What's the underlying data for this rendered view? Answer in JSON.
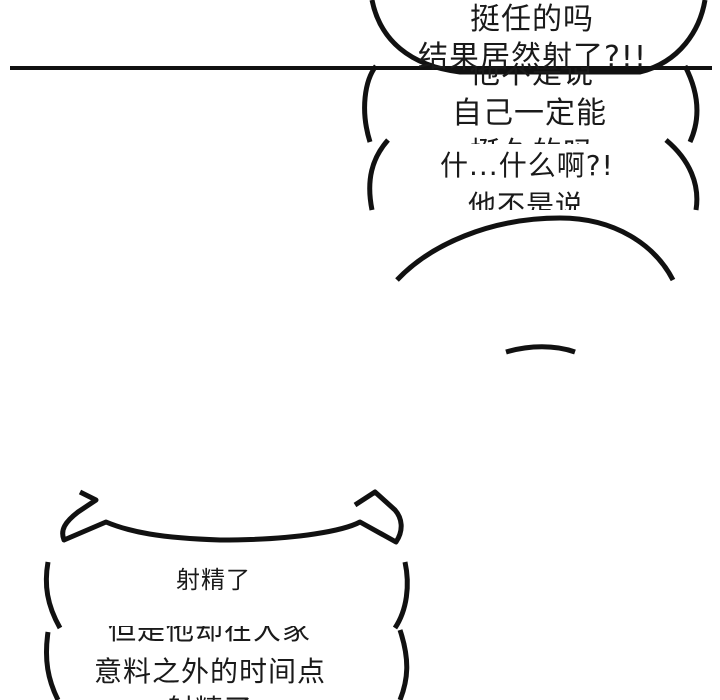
{
  "panel_top": {
    "bubble_1": {
      "line_1": "挺任的吗",
      "line_2": "结果居然射了?!!"
    },
    "bubble_2": {
      "line_1": "他不是说",
      "line_2": "自己一定能",
      "line_3": "挺久的吗"
    },
    "bubble_3": {
      "line_1": "什...什么啊?!",
      "line_2": "他不是说"
    }
  },
  "panel_bottom": {
    "shout_bubble": {
      "text": "射精了"
    },
    "bubble_4": {
      "line_1": "但是他却在大家",
      "line_2": "意料之外的时间点",
      "line_3": "射精了"
    }
  },
  "colors": {
    "ink": "#111111",
    "paper": "#ffffff"
  }
}
